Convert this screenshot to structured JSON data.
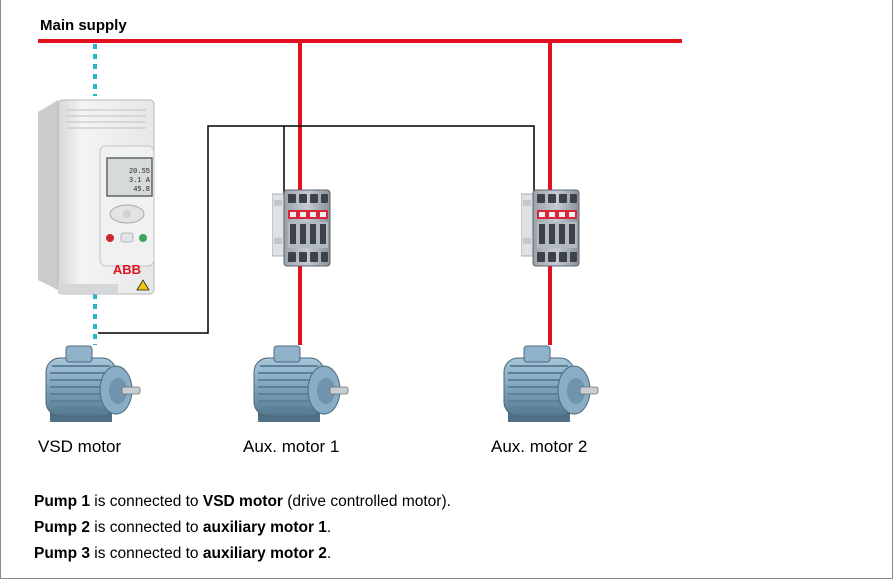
{
  "title": "Main supply",
  "drive": {
    "brand": "ABB",
    "readouts": [
      "20.55",
      "3.1 A",
      "45.8"
    ]
  },
  "motors": [
    {
      "label": "VSD motor"
    },
    {
      "label": "Aux. motor 1"
    },
    {
      "label": "Aux. motor 2"
    }
  ],
  "notes": [
    {
      "pump": "Pump 1",
      "mid": " is connected to ",
      "motor": "VSD motor",
      "tail": " (drive controlled motor)."
    },
    {
      "pump": "Pump 2",
      "mid": " is connected to ",
      "motor": "auxiliary motor 1",
      "tail": "."
    },
    {
      "pump": "Pump 3",
      "mid": " is connected to ",
      "motor": "auxiliary motor 2",
      "tail": "."
    }
  ],
  "colors": {
    "supply": "#e3101f",
    "control": "#000000",
    "dotted": "#2bb5c9",
    "motor": "#7fa5be",
    "contactor": "#8d96a0"
  }
}
